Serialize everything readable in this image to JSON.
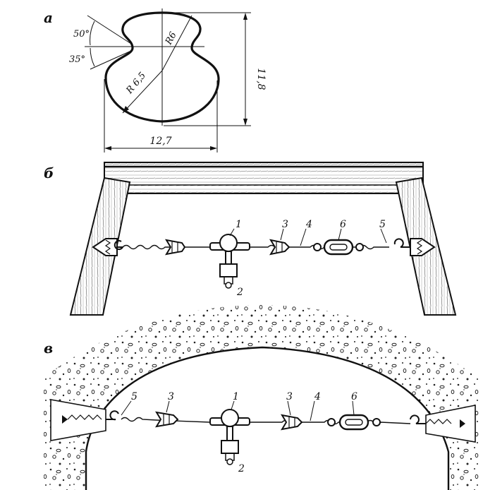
{
  "panels": {
    "a": {
      "letter": "а",
      "angle_top": "50°",
      "angle_bottom": "35°",
      "radius_small": "R6",
      "radius_large": "R 6,5",
      "height": "11,8",
      "width": "12,7"
    },
    "b": {
      "letter": "б",
      "callouts": [
        "1",
        "2",
        "3",
        "4",
        "5",
        "6"
      ]
    },
    "v": {
      "letter": "в",
      "callouts": [
        "1",
        "2",
        "3",
        "3",
        "4",
        "5",
        "6"
      ]
    }
  }
}
